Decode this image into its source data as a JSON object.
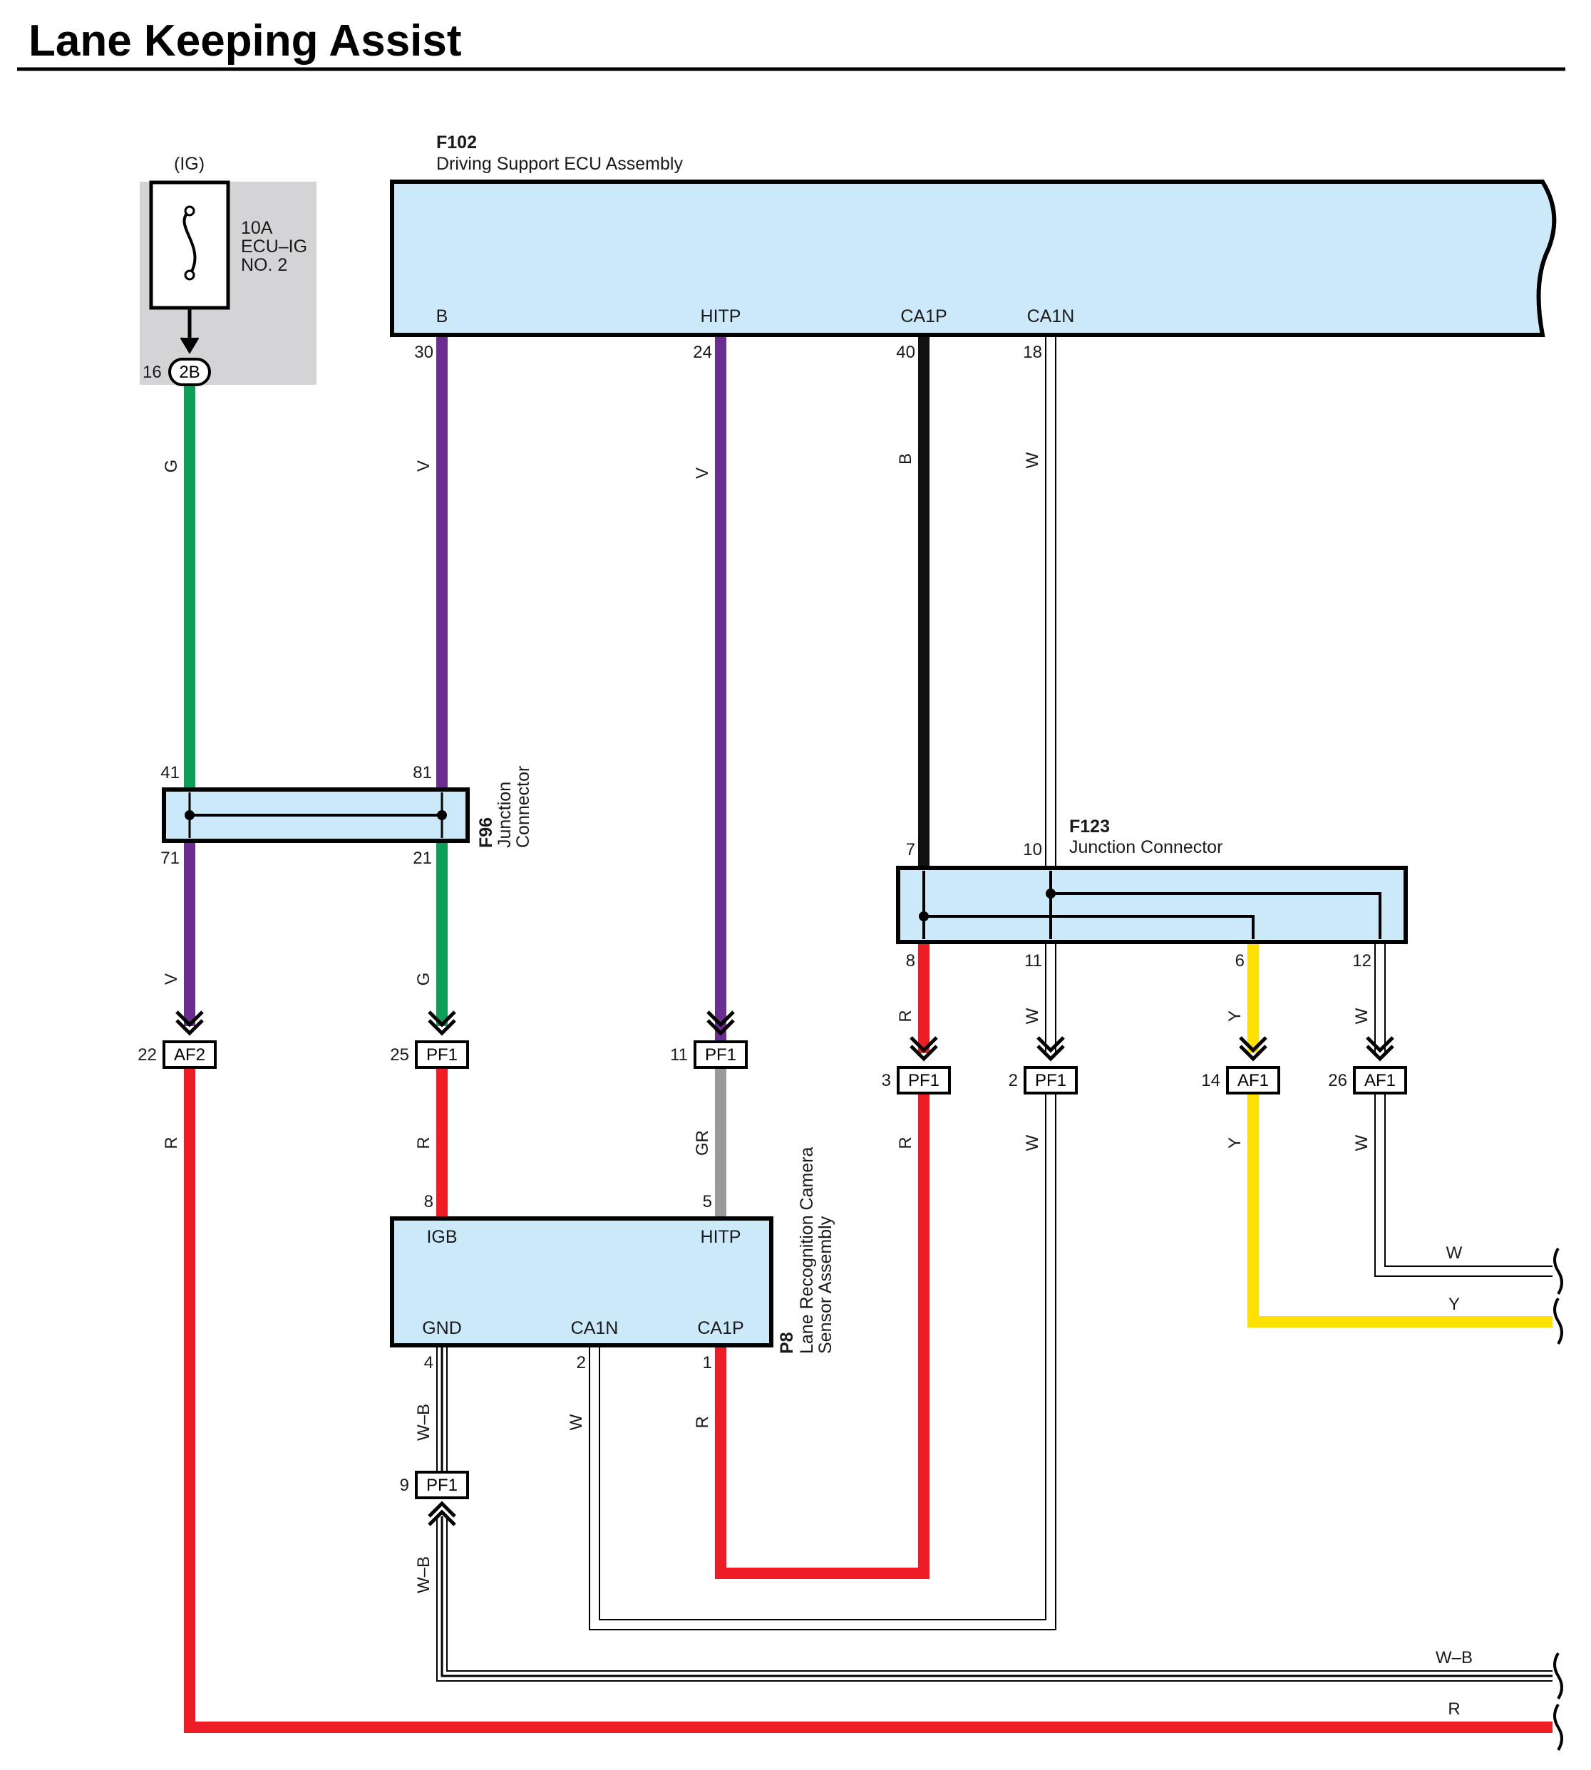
{
  "title": "Lane Keeping Assist",
  "fuse": {
    "source": "(IG)",
    "rating": "10A",
    "name_line1": "ECU–IG",
    "name_line2": "NO. 2",
    "connector": "2B",
    "pin": "16"
  },
  "ecu": {
    "code": "F102",
    "name": "Driving Support ECU Assembly",
    "terminals": [
      {
        "name": "B",
        "pin": "30"
      },
      {
        "name": "HITP",
        "pin": "24"
      },
      {
        "name": "CA1P",
        "pin": "40"
      },
      {
        "name": "CA1N",
        "pin": "18"
      }
    ]
  },
  "f96": {
    "code": "F96",
    "name_line1": "Junction",
    "name_line2": "Connector",
    "pins": {
      "top_left": "41",
      "top_right": "81",
      "bottom_left": "71",
      "bottom_right": "21"
    }
  },
  "f123": {
    "code": "F123",
    "name": "Junction Connector",
    "pins": {
      "in1": "7",
      "in2": "10",
      "out1": "8",
      "out2": "11",
      "out3": "6",
      "out4": "12"
    }
  },
  "camera": {
    "code": "P8",
    "name_line1": "Lane Recognition Camera",
    "name_line2": "Sensor Assembly",
    "terminals": {
      "igb": "IGB",
      "hitp": "HITP",
      "gnd": "GND",
      "ca1n": "CA1N",
      "ca1p": "CA1P"
    },
    "pins": {
      "igb": "8",
      "hitp": "5",
      "gnd": "4",
      "ca1n": "2",
      "ca1p": "1"
    }
  },
  "connectors": [
    {
      "id": "c-af2-22",
      "code": "AF2",
      "pin": "22"
    },
    {
      "id": "c-pf1-25",
      "code": "PF1",
      "pin": "25"
    },
    {
      "id": "c-pf1-11",
      "code": "PF1",
      "pin": "11"
    },
    {
      "id": "c-pf1-3",
      "code": "PF1",
      "pin": "3"
    },
    {
      "id": "c-pf1-2",
      "code": "PF1",
      "pin": "2"
    },
    {
      "id": "c-af1-14",
      "code": "AF1",
      "pin": "14"
    },
    {
      "id": "c-af1-26",
      "code": "AF1",
      "pin": "26"
    },
    {
      "id": "c-pf1-9",
      "code": "PF1",
      "pin": "9"
    }
  ],
  "wire_labels": {
    "g1": "G",
    "v1": "V",
    "v2": "V",
    "b1": "B",
    "w1": "W",
    "v3": "V",
    "g2": "G",
    "r1": "R",
    "w2": "W",
    "y1": "Y",
    "w3": "W",
    "r2": "R",
    "r3": "R",
    "gr": "GR",
    "r4": "R",
    "w4": "W",
    "y2": "Y",
    "w5": "W",
    "wb1": "W–B",
    "w6": "W",
    "r5": "R",
    "wb2": "W–B",
    "end_w": "W",
    "end_y": "Y",
    "end_wb": "W–B",
    "end_r": "R"
  },
  "colors": {
    "green": "#0f9d58",
    "violet": "#6b2d8f",
    "black": "#111111",
    "red": "#ee1c25",
    "gray": "#9a9a9a",
    "yellow": "#ffe100",
    "ecu_fill": "#cce9f9",
    "fuse_panel": "#d4d4d6"
  }
}
